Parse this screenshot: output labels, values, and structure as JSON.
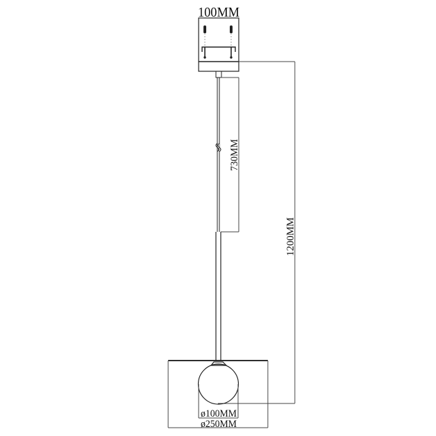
{
  "diagram": {
    "type": "pendant-lamp-dimension-drawing",
    "dimensions": {
      "canopy_width": "100MM",
      "cable_length": "730MM",
      "total_height": "1200MM",
      "globe_diameter": "ø100MM",
      "shade_diameter": "ø250MM"
    },
    "colors": {
      "line": "#222222",
      "light_line": "#555555",
      "background": "#ffffff"
    }
  }
}
